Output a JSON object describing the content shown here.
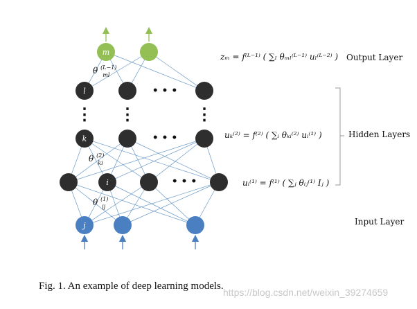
{
  "colors": {
    "output_node": "#93bf55",
    "hidden_node": "#2e2e2e",
    "input_node": "#4a7fc1",
    "output_arrow": "#93bf55",
    "input_arrow": "#4a7fc1",
    "edge": "#6a99c8",
    "node_label": "#ffffff",
    "text": "#111111",
    "bracket": "#999999"
  },
  "node_labels": {
    "output": "m",
    "hidden_top": "l",
    "hidden_mid": "k",
    "hidden_bottom": "i",
    "input": "j"
  },
  "ellipsis": {
    "horizontal": "• • •",
    "vertical": "⋮"
  },
  "weight_labels": {
    "output": {
      "base": "θ",
      "sup": "(L−1)",
      "sub": "ml"
    },
    "hidden": {
      "base": "θ",
      "sup": "(2)",
      "sub": "ki"
    },
    "input": {
      "base": "θ",
      "sup": "(1)",
      "sub": "ij"
    }
  },
  "equations": {
    "output": "zₘ = f⁽ᴸ⁻¹⁾ ( ∑ₗ θₘₗ⁽ᴸ⁻¹⁾ uₗ⁽ᴸ⁻²⁾ )",
    "hidden": "uₖ⁽²⁾ = f⁽²⁾ ( ∑ᵢ θₖᵢ⁽²⁾ uᵢ⁽¹⁾ )",
    "input": "uᵢ⁽¹⁾ = f⁽¹⁾ ( ∑ⱼ θᵢⱼ⁽¹⁾ Iⱼ )"
  },
  "layer_labels": {
    "output": "Output Layer",
    "hidden": "Hidden Layers",
    "input": "Input Layer"
  },
  "caption": "Fig. 1.   An example of deep learning models.",
  "watermark": "https://blog.csdn.net/weixin_39274659"
}
